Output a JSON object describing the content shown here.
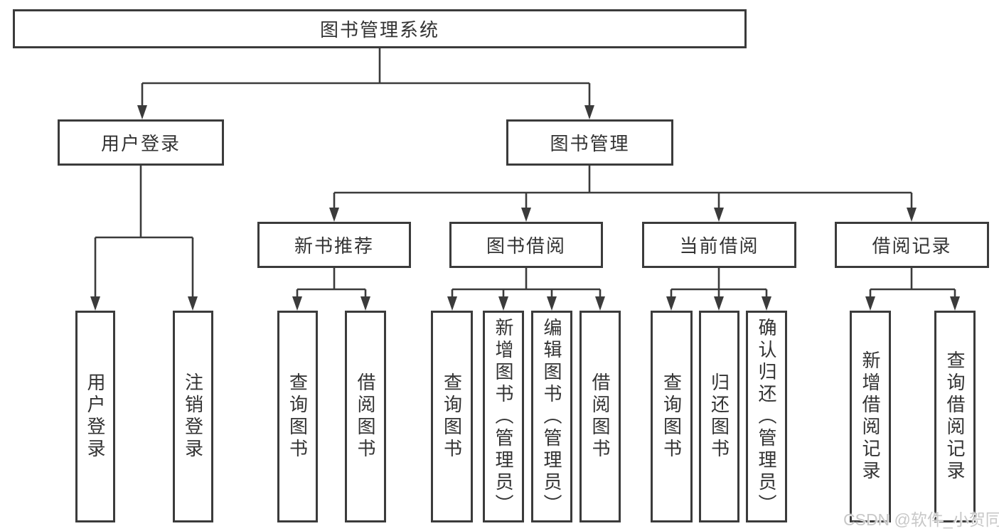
{
  "diagram": {
    "root": {
      "label": "图书管理系统"
    },
    "branches": [
      {
        "label": "用户登录",
        "children": [
          {
            "label": "用户登录"
          },
          {
            "label": "注销登录"
          }
        ]
      },
      {
        "label": "图书管理",
        "children": [
          {
            "label": "新书推荐",
            "children": [
              {
                "label": "查询图书"
              },
              {
                "label": "借阅图书"
              }
            ]
          },
          {
            "label": "图书借阅",
            "children": [
              {
                "label": "查询图书"
              },
              {
                "label": "新增图书（管理员）"
              },
              {
                "label": "编辑图书（管理员）"
              },
              {
                "label": "借阅图书"
              }
            ]
          },
          {
            "label": "当前借阅",
            "children": [
              {
                "label": "查询图书"
              },
              {
                "label": "归还图书"
              },
              {
                "label": "确认归还（管理员）"
              }
            ]
          },
          {
            "label": "借阅记录",
            "children": [
              {
                "label": "新增借阅记录"
              },
              {
                "label": "查询借阅记录"
              }
            ]
          }
        ]
      }
    ]
  },
  "watermark": {
    "text": "CSDN @软件_小贺同学"
  },
  "colors": {
    "line": "#3b3b3b",
    "text": "#333333",
    "watermark": "#c8c8c8",
    "background": "#ffffff"
  }
}
